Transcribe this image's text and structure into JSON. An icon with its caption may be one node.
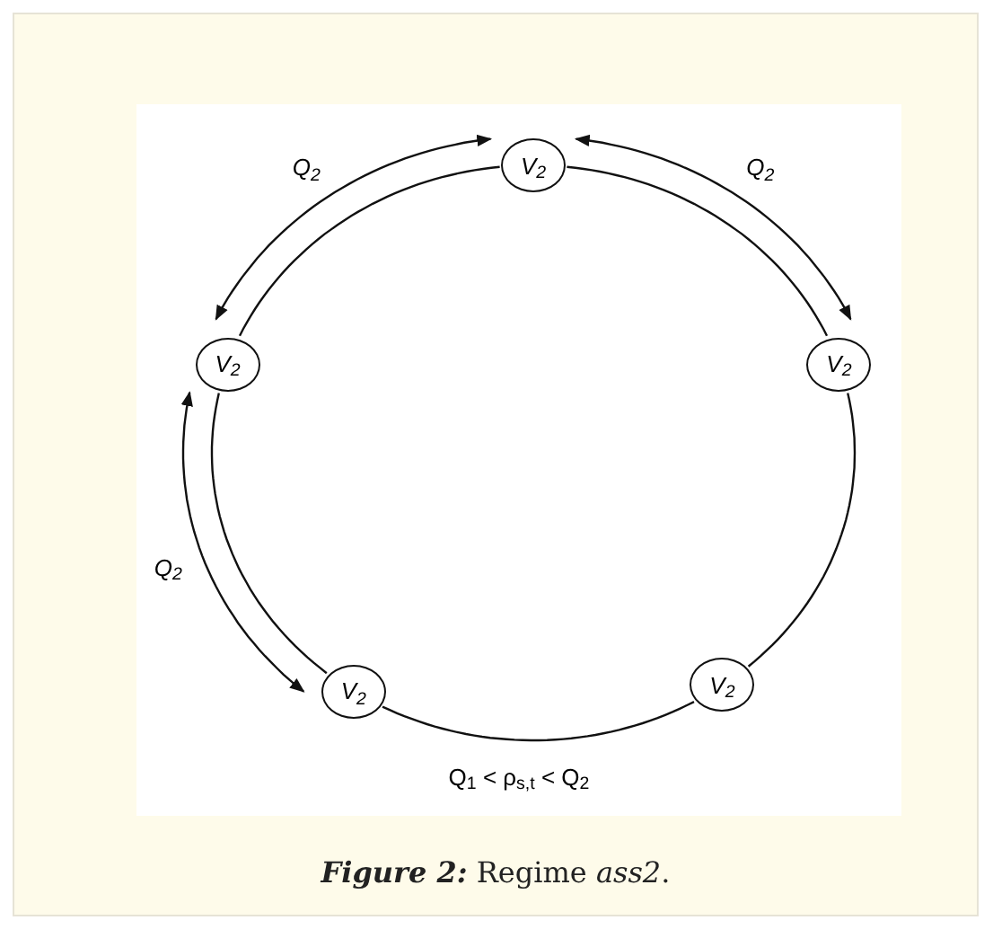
{
  "diagram": {
    "caption": "**Figure 2:** Regime *ass2*.",
    "nodes": [
      {
        "text": [
          "V$_{2}$"
        ]
      },
      {
        "text": [
          "V$_{2}$"
        ]
      },
      {
        "text": [
          "V$_{2}$"
        ]
      },
      {
        "text": [
          "V$_{2}$"
        ]
      },
      {
        "text": [
          "V$_{2}$"
        ]
      }
    ],
    "edges": [
      {
        "from": 0,
        "to": 1,
        "arrow": "none"
      },
      {
        "from": 0,
        "to": 2,
        "arrow": "none"
      },
      {
        "from": 1,
        "to": 3,
        "arrow": "none"
      },
      {
        "from": 3,
        "to": 4,
        "arrow": "none"
      },
      {
        "from": 4,
        "to": 2,
        "arrow": "none"
      },
      {
        "from": 0,
        "to": 1,
        "arrow": "both",
        "label": "Q$_{2}$"
      },
      {
        "from": 0,
        "to": 2,
        "arrow": "both",
        "label": "Q$_{2}$"
      },
      {
        "from": 1,
        "to": 3,
        "arrow": "both",
        "label": "Q$_{2}$"
      }
    ],
    "labels": [
      "Q$_{1}$ < ρ$_{s,t}$ < Q$_{2}$"
    ]
  }
}
